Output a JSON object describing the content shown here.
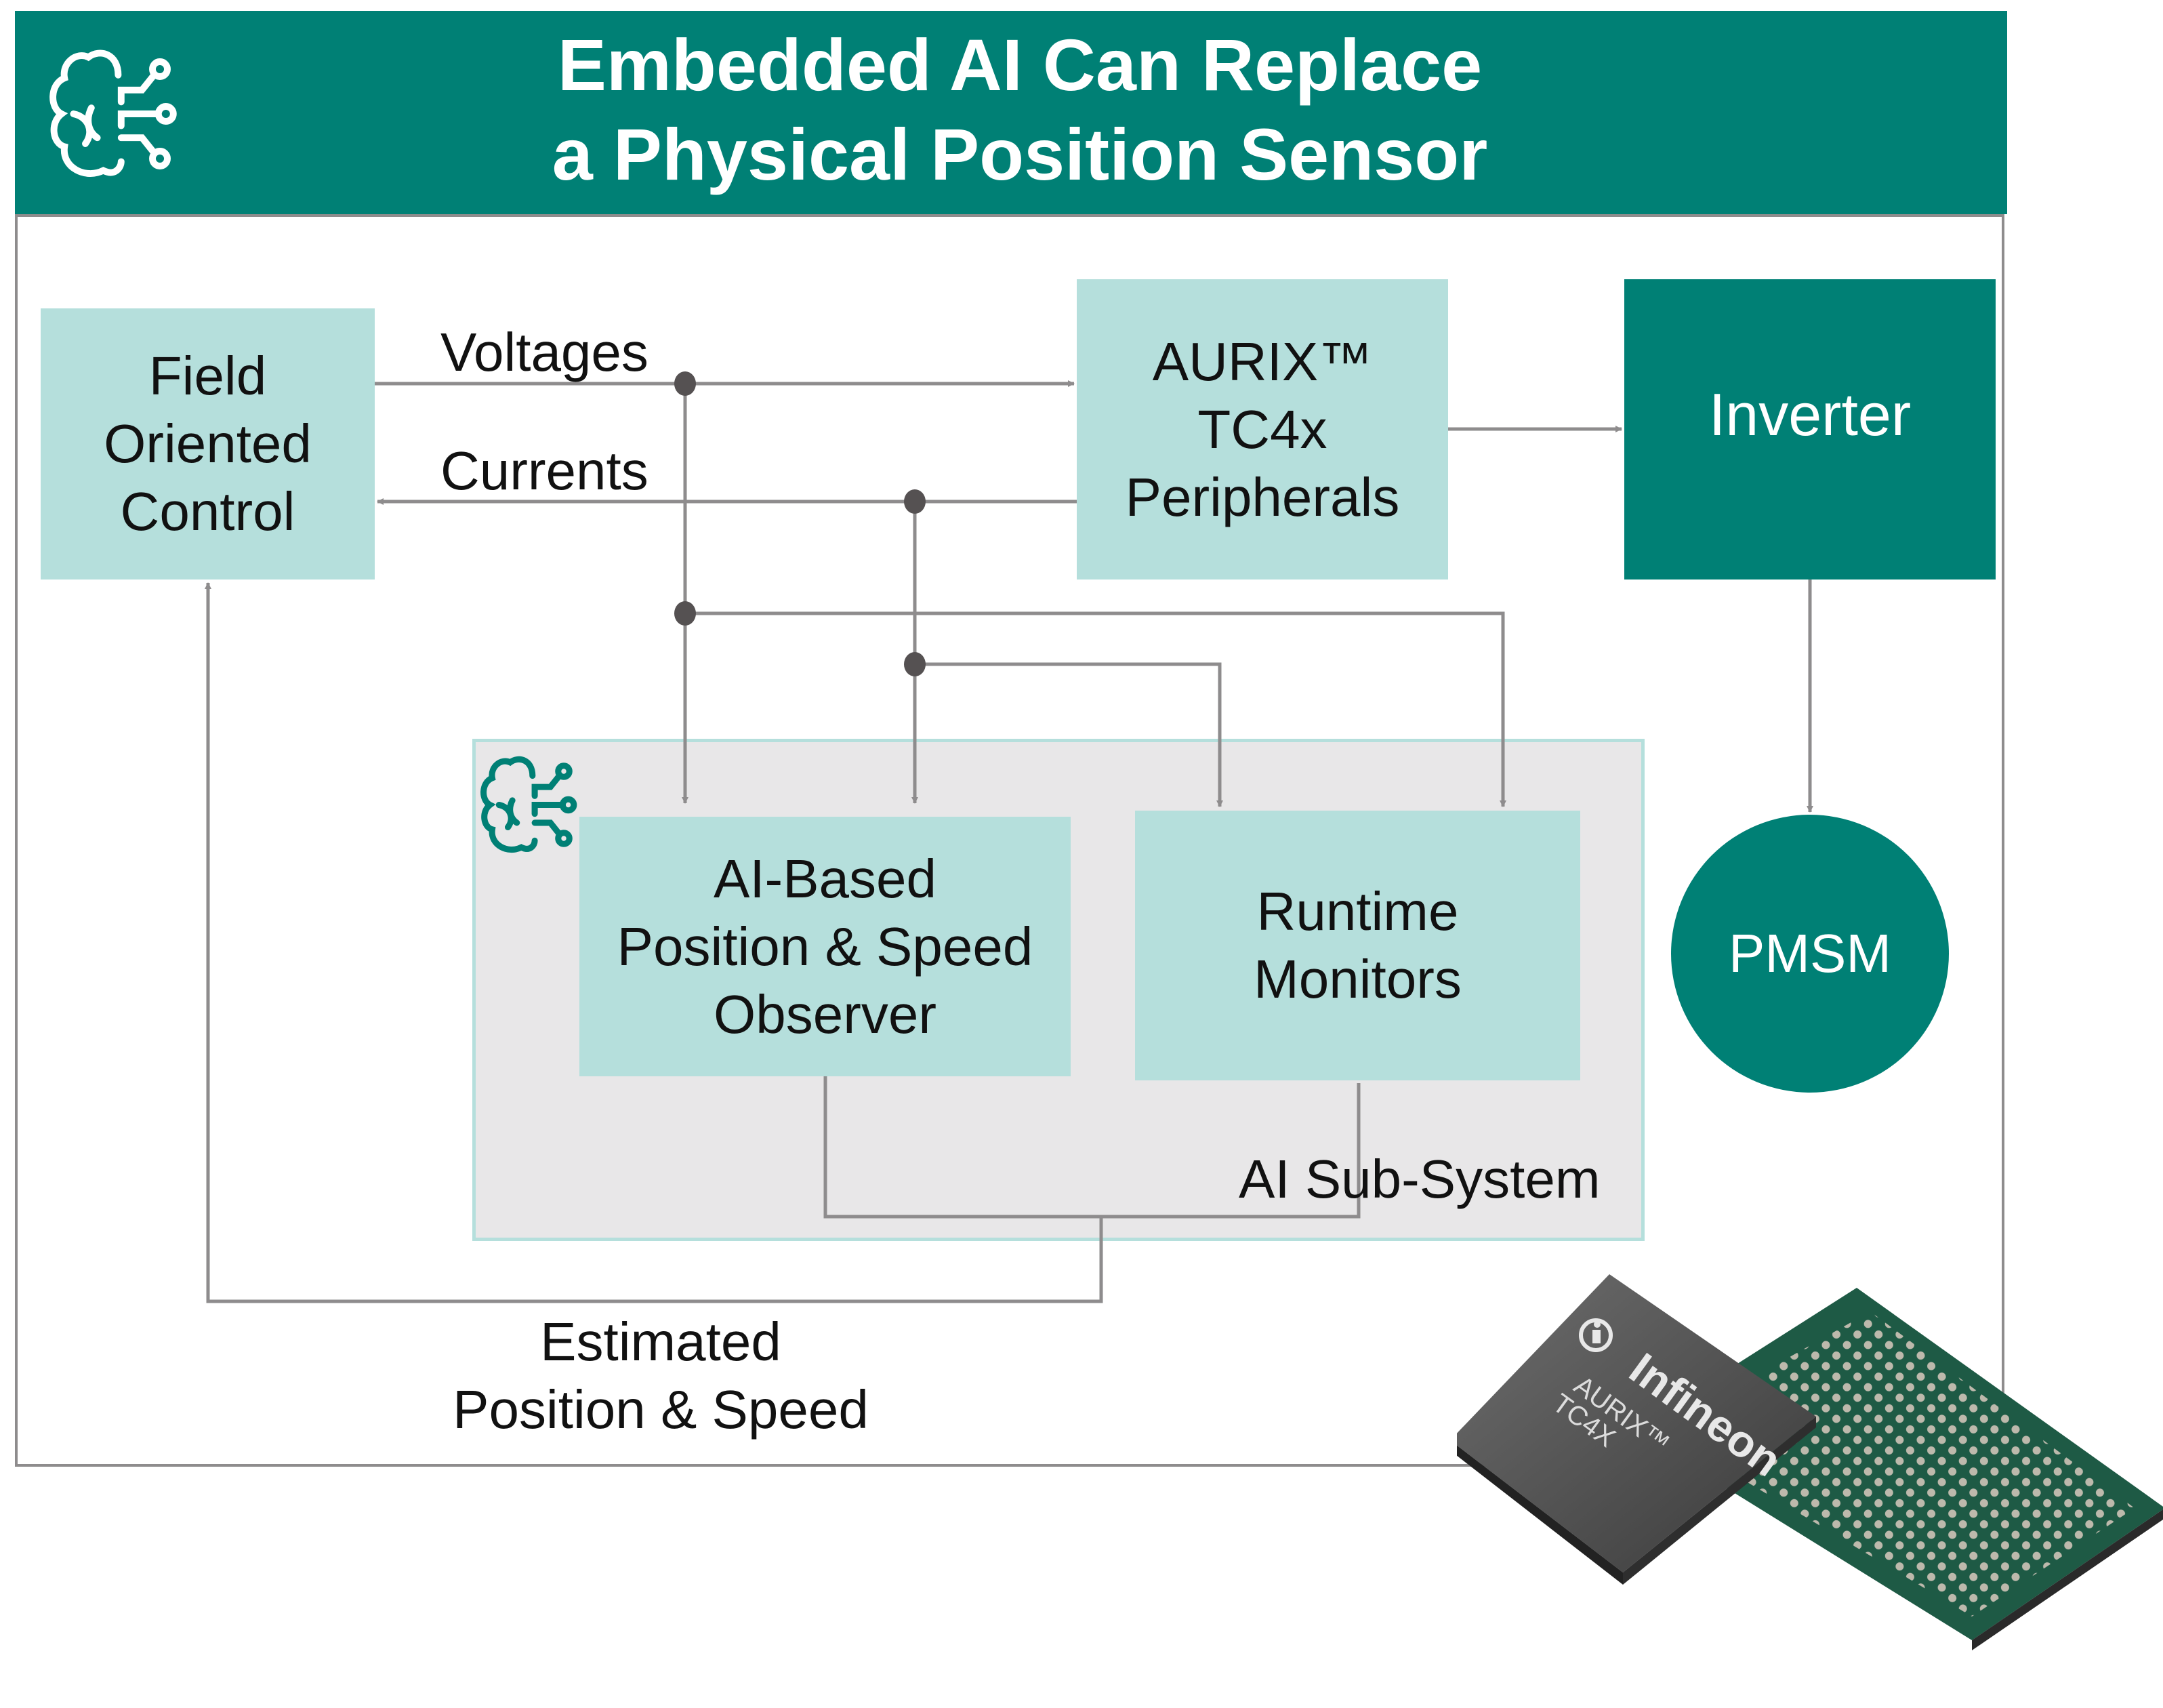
{
  "header": {
    "title_line1": "Embedded AI Can Replace",
    "title_line2": "a Physical Position Sensor",
    "icon": "ai-brain-circuit-icon",
    "background_color": "#008075"
  },
  "blocks": {
    "foc": {
      "line1": "Field",
      "line2": "Oriented",
      "line3": "Control"
    },
    "aurix": {
      "line1": "AURIX™",
      "line2": "TC4x",
      "line3": "Peripherals"
    },
    "inverter": {
      "label": "Inverter"
    },
    "pmsm": {
      "label": "PMSM"
    },
    "ai_observer": {
      "line1": "AI-Based",
      "line2": "Position & Speed",
      "line3": "Observer"
    },
    "runtime_monitors": {
      "line1": "Runtime",
      "line2": "Monitors"
    }
  },
  "subsystem": {
    "label": "AI Sub-System",
    "icon": "ai-brain-circuit-icon"
  },
  "signals": {
    "voltages": "Voltages",
    "currents": "Currents",
    "estimated_line1": "Estimated",
    "estimated_line2": "Position & Speed"
  },
  "chip_image": {
    "brand": "Infineon",
    "product": "AURIX™",
    "model": "TC4X"
  },
  "colors": {
    "teal_dark": "#008075",
    "teal_light": "#b5dfdc",
    "subsystem_bg": "#e8e7e8",
    "wire": "#8e8c8d",
    "junction": "#555152"
  }
}
